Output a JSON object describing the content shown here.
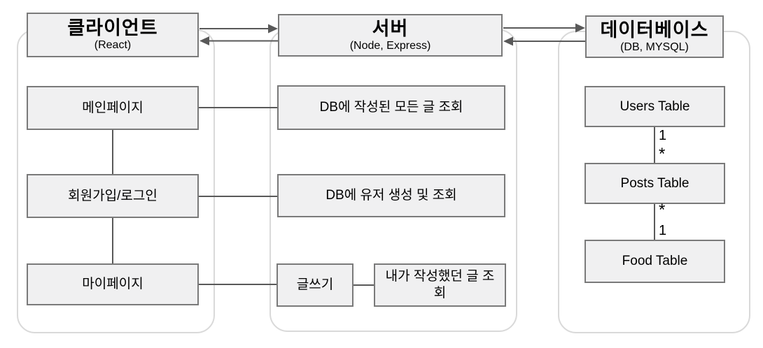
{
  "columns": {
    "client": {
      "header": {
        "title": "클라이언트",
        "subtitle": "(React)"
      },
      "items": [
        "메인페이지",
        "회원가입/로그인",
        "마이페이지"
      ]
    },
    "server": {
      "header": {
        "title": "서버",
        "subtitle": "(Node, Express)"
      },
      "items": [
        "DB에 작성된 모든 글 조회",
        "DB에 유저 생성 및 조회",
        "글쓰기",
        "내가 작성했던 글 조회"
      ]
    },
    "database": {
      "header": {
        "title": "데이터베이스",
        "subtitle": "(DB, MYSQL)"
      },
      "items": [
        "Users Table",
        "Posts Table",
        "Food Table"
      ],
      "relations": [
        {
          "from": "Users Table",
          "to": "Posts Table",
          "from_card": "1",
          "to_card": "*"
        },
        {
          "from": "Posts Table",
          "to": "Food Table",
          "from_card": "*",
          "to_card": "1"
        }
      ]
    }
  },
  "colors": {
    "background": "#ffffff",
    "box_fill": "#f0f0f1",
    "box_border": "#7a7a7a",
    "container_border": "#d9d9d9",
    "connector": "#595959",
    "text": "#000000"
  }
}
